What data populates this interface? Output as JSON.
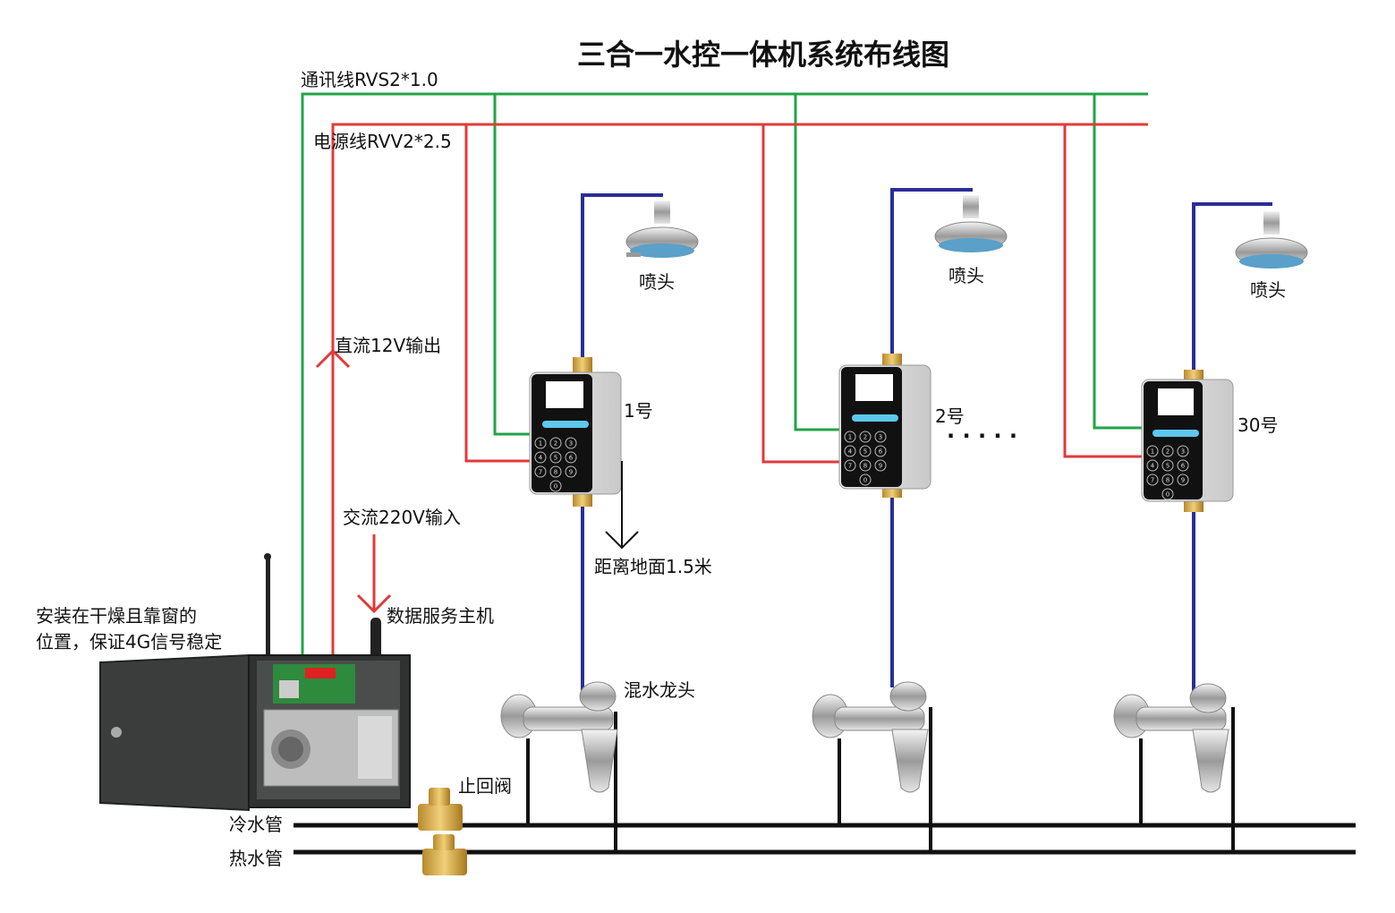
{
  "title": "三合一水控一体机系统布线图",
  "comm_line_label": "通讯线RVS2*1.0",
  "power_line_label": "电源线RVV2*2.5",
  "dc_output_label": "直流12V输出",
  "ac_input_label": "交流220V输入",
  "host_label": "数据服务主机",
  "install_note": [
    "安装在干燥且靠窗的",
    "位置，保证4G信号稳定"
  ],
  "height_note": "距离地面1.5米",
  "mixer_label": "混水龙头",
  "check_valve_label": "止回阀",
  "cold_pipe_label": "冷水管",
  "hot_pipe_label": "热水管",
  "ellipsis": "· · · · ·",
  "units": [
    {
      "number": "1号",
      "shower_label": "喷头"
    },
    {
      "number": "2号",
      "shower_label": "喷头"
    },
    {
      "number": "30号",
      "shower_label": "喷头"
    }
  ],
  "keypad_keys": [
    "1",
    "2",
    "3",
    "4",
    "5",
    "6",
    "7",
    "8",
    "9",
    "0"
  ],
  "colors": {
    "comm": "#22a447",
    "power": "#e23a3a",
    "water": "#2b2e96",
    "pipe": "#111111"
  }
}
